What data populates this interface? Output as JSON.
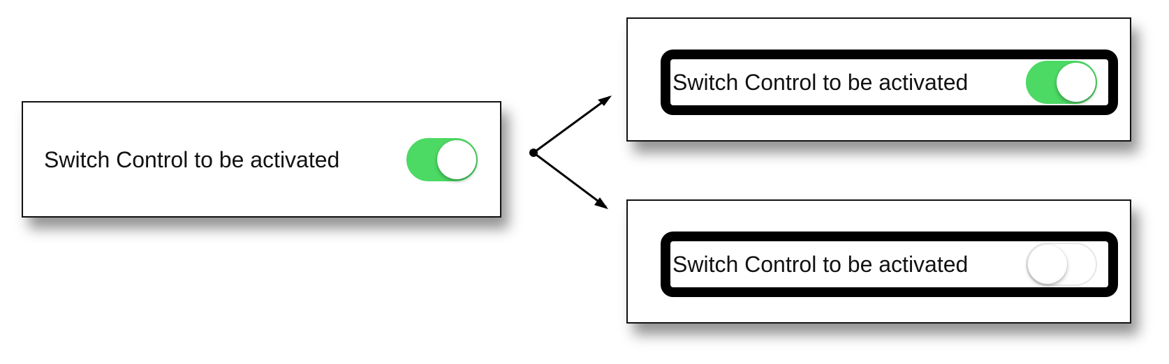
{
  "source_setting": {
    "label": "Switch Control to be activated",
    "toggle_state": "on"
  },
  "outcomes": [
    {
      "label": "Switch Control to be activated",
      "toggle_state": "on",
      "focus_highlighted": true
    },
    {
      "label": "Switch Control to be activated",
      "toggle_state": "off",
      "focus_highlighted": true
    }
  ],
  "colors": {
    "toggle_on": "#4cd964",
    "toggle_off_border": "#e5e5ea",
    "focus_ring": "#000000",
    "panel_border": "#111111",
    "arrow": "#000000"
  },
  "icons": {
    "branch_point": "dot",
    "connector": "arrow"
  }
}
